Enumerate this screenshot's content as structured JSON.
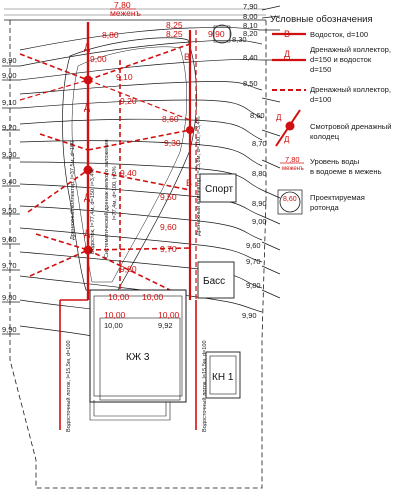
{
  "water_top": {
    "value": "7,80",
    "sub": "меженъ"
  },
  "right_levels": [
    "7,90",
    "8,00",
    "8,10",
    "8,20",
    "8,30",
    "8,40",
    "8,50",
    "8,60",
    "8,70",
    "8,80",
    "8,90",
    "9,00"
  ],
  "left_levels": [
    "8,90",
    "9,00",
    "9,10",
    "9,20",
    "9,30",
    "9,40",
    "9,50",
    "9,60",
    "9,70",
    "9,80",
    "9,90"
  ],
  "right_side_levels": [
    "9,60",
    "9,70",
    "9,80",
    "9,90"
  ],
  "contour_labels": [
    "8,80",
    "9,00",
    "9,10",
    "9,20",
    "9,30",
    "9,40",
    "9,50",
    "9,60",
    "9,70",
    "9,80",
    "9,90",
    "8,25",
    "8,25",
    "8,60",
    "9,30",
    "9,40",
    "9,50",
    "9,60",
    "9,70",
    "9,80",
    "10,00",
    "10,00",
    "10,00",
    "10,00",
    "9,92"
  ],
  "legend": {
    "title": "Условные обозначения",
    "drain_label": "Водосток, d=100",
    "collector_label_1": "Дренажный коллектор,",
    "collector_label_2": "d=150 и водосток",
    "collector_label_3": "d=150",
    "drain_collector_label_1": "Дренажный коллектор,",
    "drain_collector_label_2": "d=100",
    "well_label_1": "Смотровой дренажный",
    "well_label_2": "колодец",
    "water_label_1": "Уровень воды",
    "water_label_2": "в водоеме в межень",
    "water_value": "7,80",
    "water_sub": "меженъ",
    "rotunda_label_1": "Проектируемая",
    "rotunda_label_2": "ротонда",
    "rotunda_value": "8,60",
    "letter_v": "В",
    "letter_d": "Д"
  },
  "buildings": {
    "sport": "Спорт",
    "pool": "Басс",
    "kzh": "КЖ 3",
    "kn": "КН 1"
  },
  "pipe_labels": {
    "pipe_1": "Дренажный коллектор, l=37,5м, d=150",
    "pipe_2": "Водосток, l=77,4м, d=150, i=3,4%",
    "pipe_3": "Систематический дренаж мелкого заложения",
    "pipe_4": "l=77,4м, d=100, i=3%",
    "pipe_5": "Дренажный коллектор, l=23,8м, d=100, i=3,4%",
    "tray_left": "Водосточный лоток, l=15,5м, d=100",
    "tray_right": "Водосточный лоток, l=15,5м, d=100"
  },
  "colors": {
    "red": "#d01010",
    "black": "#1a1a1a",
    "hatch": "#9a9a9a"
  }
}
